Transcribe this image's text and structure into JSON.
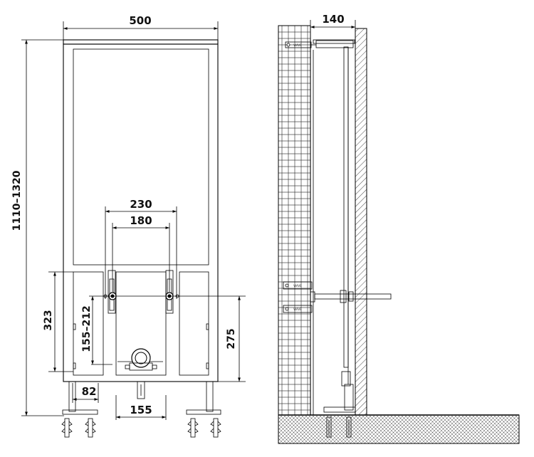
{
  "front_view": {
    "width_label": "500",
    "height_label": "1110–1320",
    "outer_spacing_label": "230",
    "inner_spacing_label": "180",
    "left_height_label": "323",
    "adjust_range_label": "155–212",
    "right_height_label": "275",
    "foot_offset_label": "82",
    "center_spacing_label": "155"
  },
  "side_view": {
    "depth_label": "140",
    "bracket_marking": "WAVE"
  },
  "colors": {
    "line": "#000000",
    "background": "#ffffff",
    "floor_hatch": "#333333"
  }
}
